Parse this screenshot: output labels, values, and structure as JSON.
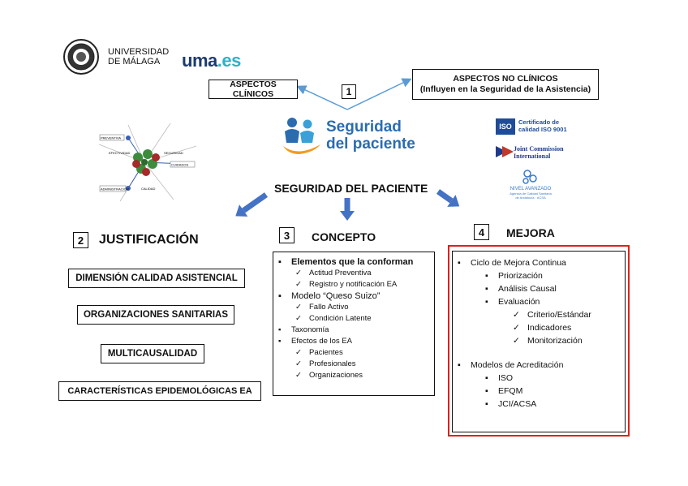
{
  "logos": {
    "university_line1": "UNIVERSIDAD",
    "university_line2": "DE MÁLAGA",
    "uma_text": "uma",
    "uma_suffix": ".es",
    "seguridad_line1": "Seguridad",
    "seguridad_line2": "del paciente",
    "iso_badge": "ISO",
    "iso_line1": "Certificado de",
    "iso_line2": "calidad ISO 9001",
    "jci_line1": "Joint Commission",
    "jci_line2": "International",
    "acsa_line1": "NIVEL AVANZADO",
    "acsa_line2": "Agencia de Calidad Sanitaria",
    "acsa_line3": "de Andalucía · ACSA",
    "network_labels": [
      "PREVENTIVA",
      "EFECTIVIDAD",
      "SEGURIDAD",
      "CUIDADOS",
      "ADMINISTRACIÓN",
      "CALIDAD"
    ]
  },
  "top": {
    "aspectos_clinicos": "ASPECTOS CLÍNICOS",
    "number": "1",
    "no_clinicos_title": "ASPECTOS NO CLÍNICOS",
    "no_clinicos_sub": "(Influyen en la Seguridad de la Asistencia)"
  },
  "center_title": "SEGURIDAD DEL PACIENTE",
  "justificacion": {
    "number": "2",
    "title": "JUSTIFICACIÓN",
    "items": [
      "DIMENSIÓN CALIDAD ASISTENCIAL",
      "ORGANIZACIONES SANITARIAS",
      "MULTICAUSALIDAD",
      "CARACTERÍSTICAS EPIDEMOLÓGICAS EA"
    ]
  },
  "concepto": {
    "number": "3",
    "title": "CONCEPTO",
    "elementos": "Elementos que la conforman",
    "actitud": "Actitud Preventiva",
    "registro": "Registro y notificación EA",
    "modelo": "Modelo “Queso Suizo”",
    "fallo": "Fallo Activo",
    "condicion": "Condición Latente",
    "taxonomia": "Taxonomía",
    "efectos": "Efectos de los EA",
    "pacientes": "Pacientes",
    "profesionales": "Profesionales",
    "organizaciones": "Organizaciones"
  },
  "mejora": {
    "number": "4",
    "title": "MEJORA",
    "ciclo": "Ciclo de Mejora Continua",
    "priorizacion": "Priorización",
    "analisis": "Análisis Causal",
    "evaluacion": "Evaluación",
    "criterio": "Criterio/Estándar",
    "indicadores": "Indicadores",
    "monitorizacion": "Monitorización",
    "modelos": "Modelos de Acreditación",
    "iso": "ISO",
    "efqm": "EFQM",
    "jci": "JCI/ACSA"
  },
  "colors": {
    "arrow_blue": "#4472c4",
    "line_blue": "#5b9bd5",
    "highlight_red": "#e0201b",
    "uma_blue": "#1e3a6e",
    "uma_teal": "#2ab3c6",
    "seg_blue": "#2b6cb0",
    "seg_orange": "#f39a1e"
  }
}
